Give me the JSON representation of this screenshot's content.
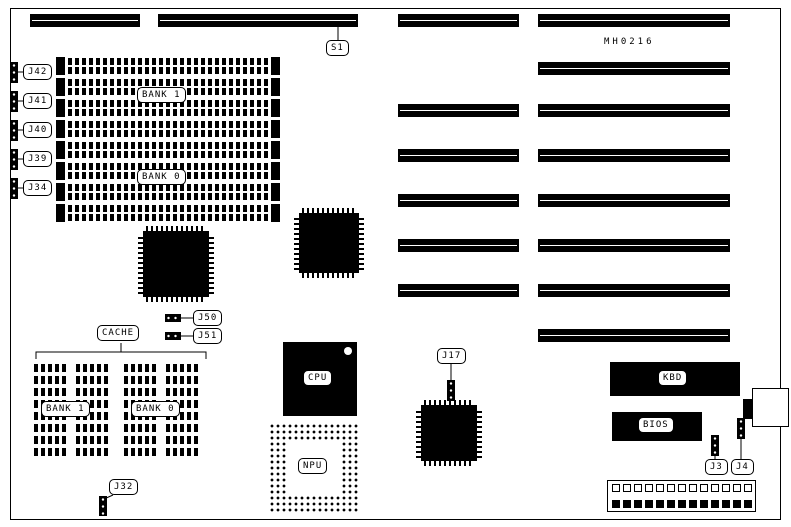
{
  "board": {
    "model": "MH0216"
  },
  "labels": {
    "s1": "S1",
    "j42": "J42",
    "j41": "J41",
    "j40": "J40",
    "j39": "J39",
    "j34": "J34",
    "j50": "J50",
    "j51": "J51",
    "j17": "J17",
    "j32": "J32",
    "j3": "J3",
    "j4": "J4",
    "cache": "CACHE",
    "mem_bank1": "BANK 1",
    "mem_bank0": "BANK 0",
    "cache_bank1": "BANK 1",
    "cache_bank0": "BANK 0",
    "cpu": "CPU",
    "npu": "NPU",
    "kbd": "KBD",
    "bios": "BIOS"
  }
}
